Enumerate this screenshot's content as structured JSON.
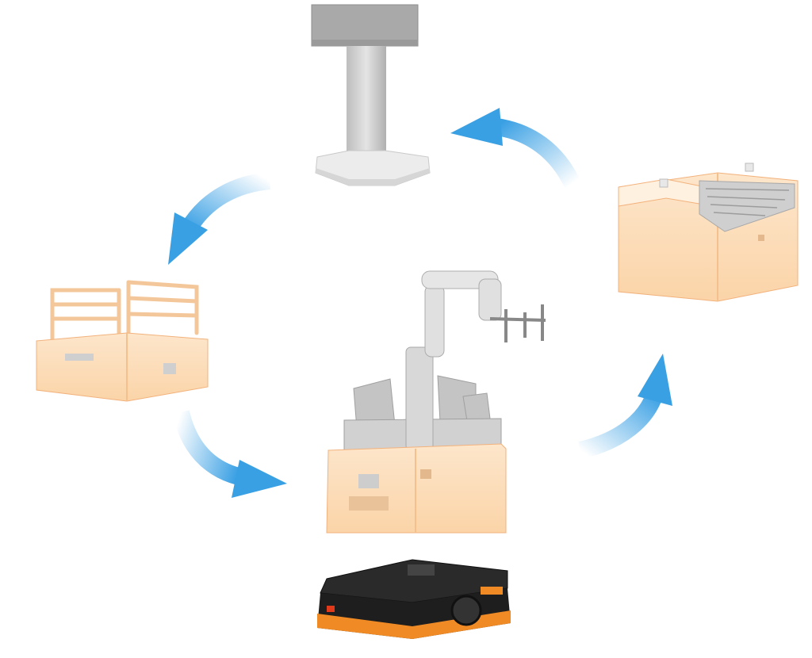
{
  "diagram": {
    "kind": "modular-top-module-cycle",
    "modules": [
      {
        "id": "lift-column",
        "label": ""
      },
      {
        "id": "roller-conveyor",
        "label": ""
      },
      {
        "id": "robot-arm-workstation",
        "label": ""
      },
      {
        "id": "guardrail-cart",
        "label": ""
      }
    ],
    "base": {
      "id": "amr-chassis",
      "label": ""
    },
    "arrows": 4,
    "colors": {
      "module_fill": "#fcdcb8",
      "module_shade": "#f6c390",
      "module_edge": "#f2b27c",
      "grey_part": "#c9c9c9",
      "grey_dark": "#8c8c8c",
      "arrow_blue": "#3aa0e4",
      "chassis_black": "#1e1e1e",
      "chassis_orange": "#f08a24"
    }
  }
}
